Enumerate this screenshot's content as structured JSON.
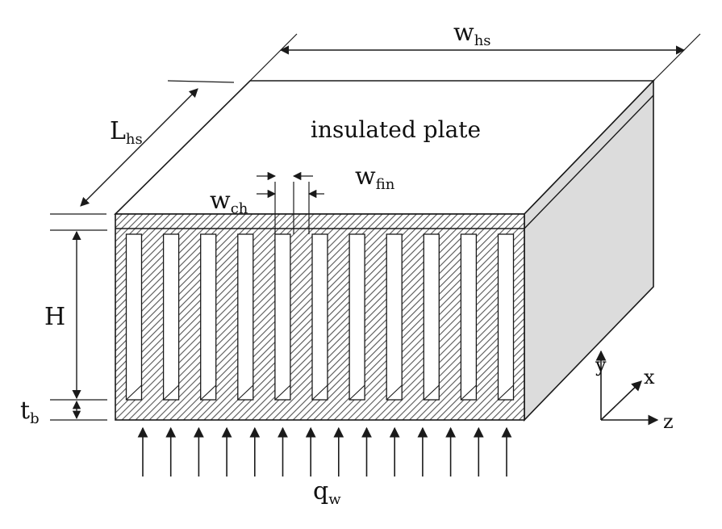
{
  "labels": {
    "top_text": "insulated plate",
    "width_main": "w",
    "width_sub": "hs",
    "length_main": "L",
    "length_sub": "hs",
    "channel_main": "w",
    "channel_sub": "ch",
    "fin_main": "w",
    "fin_sub": "fin",
    "height": "H",
    "base_main": "t",
    "base_sub": "b",
    "flux_main": "q",
    "flux_sub": "w",
    "axis_x": "x",
    "axis_y": "y",
    "axis_z": "z"
  },
  "fins": {
    "channel_count": 11
  },
  "heat_flux_arrows": {
    "count": 14
  },
  "colors": {
    "line": "#1a1a1a",
    "side_face": "#dcdcdc",
    "top_face": "#ffffff",
    "hatch": "#555555"
  }
}
